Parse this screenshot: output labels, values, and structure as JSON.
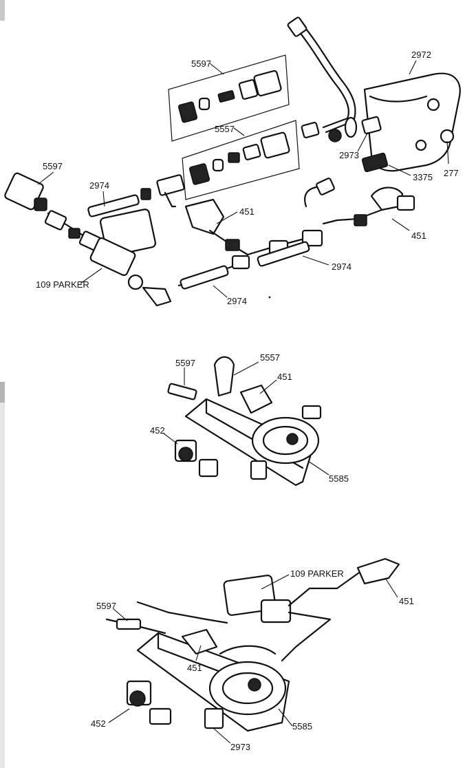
{
  "diagrams": [
    {
      "labels": {
        "l5597a": "5597",
        "l5557": "5557",
        "l2972": "2972",
        "l5597b": "5597",
        "l2974a": "2974",
        "l451a": "451",
        "l2973": "2973",
        "l3375": "3375",
        "l277": "277",
        "l451b": "451",
        "l109": "109 PARKER",
        "l2974b": "2974",
        "l2974c": "2974"
      }
    },
    {
      "labels": {
        "l5597": "5597",
        "l5557": "5557",
        "l451": "451",
        "l452": "452",
        "l5585": "5585"
      }
    },
    {
      "labels": {
        "l109": "109 PARKER",
        "l451a": "451",
        "l5597": "5597",
        "l451b": "451",
        "l452": "452",
        "l5585": "5585",
        "l2973": "2973"
      }
    }
  ]
}
